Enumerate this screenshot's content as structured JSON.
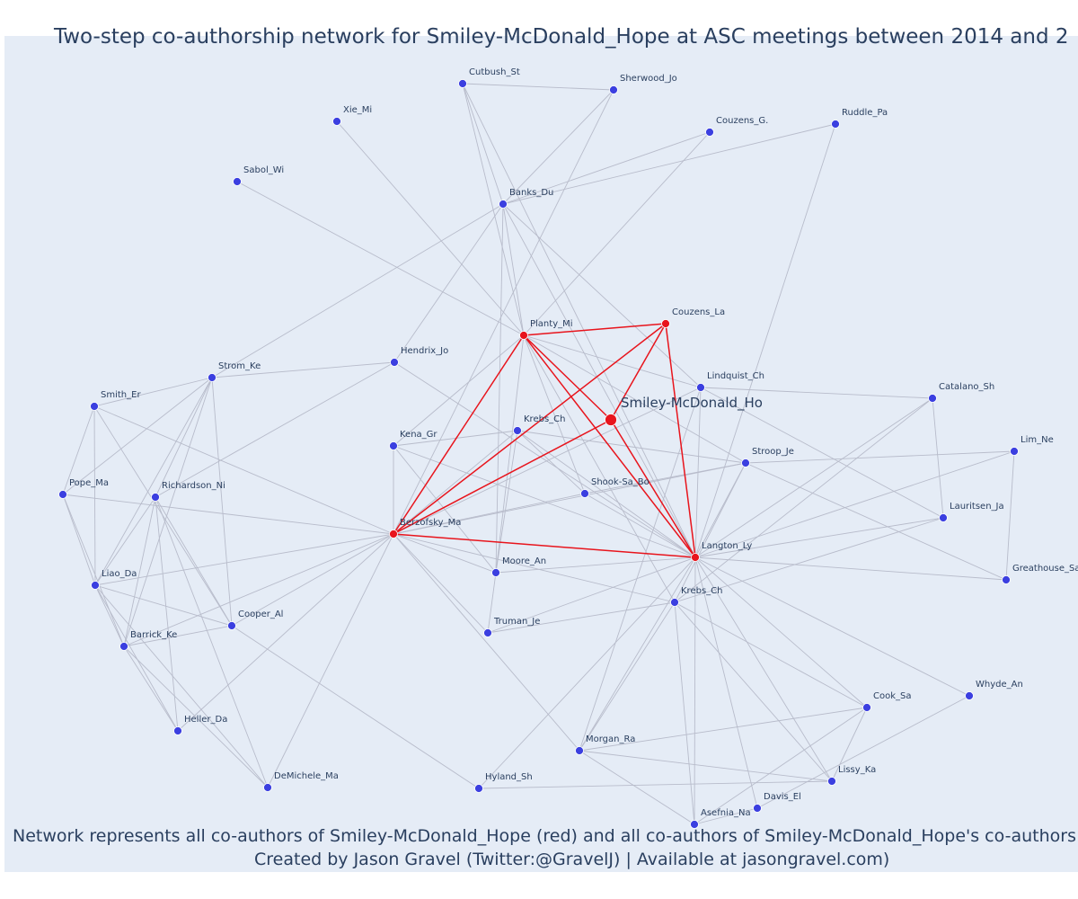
{
  "title": "Two-step co-authorship network for Smiley-McDonald_Hope at ASC meetings between 2014 and 2",
  "caption_line1": "Network represents all co-authors of Smiley-McDonald_Hope (red) and all co-authors of Smiley-McDonald_Hope's co-authors (bl",
  "caption_line2": "Created by Jason Gravel (Twitter:@GravelJ) | Available at jasongravel.com)",
  "colors": {
    "first_degree": "#e8141c",
    "second_degree": "#3b3fe0",
    "edge_red": "#e8141c",
    "edge_grey": "#b8bccb",
    "background": "#e5ecf6"
  },
  "focal": "Smiley-McDonald_Ho",
  "nodes": [
    {
      "id": "Cutbush_St",
      "group": "second"
    },
    {
      "id": "Sherwood_Jo",
      "group": "second"
    },
    {
      "id": "Xie_Mi",
      "group": "second"
    },
    {
      "id": "Couzens_G.",
      "group": "second"
    },
    {
      "id": "Ruddle_Pa",
      "group": "second"
    },
    {
      "id": "Sabol_Wi",
      "group": "second"
    },
    {
      "id": "Banks_Du",
      "group": "second"
    },
    {
      "id": "Couzens_La",
      "group": "first"
    },
    {
      "id": "Planty_Mi",
      "group": "first"
    },
    {
      "id": "Hendrix_Jo",
      "group": "second"
    },
    {
      "id": "Strom_Ke",
      "group": "second"
    },
    {
      "id": "Lindquist_Ch",
      "group": "second"
    },
    {
      "id": "Catalano_Sh",
      "group": "second"
    },
    {
      "id": "Smith_Er",
      "group": "second"
    },
    {
      "id": "Smiley-McDonald_Ho",
      "group": "focal"
    },
    {
      "id": "Krebs_Ch",
      "group": "second",
      "key": "KrebsA"
    },
    {
      "id": "Kena_Gr",
      "group": "second"
    },
    {
      "id": "Lim_Ne",
      "group": "second"
    },
    {
      "id": "Stroop_Je",
      "group": "second"
    },
    {
      "id": "Pope_Ma",
      "group": "second"
    },
    {
      "id": "Richardson_Ni",
      "group": "second"
    },
    {
      "id": "Shook-Sa_Bo",
      "group": "second"
    },
    {
      "id": "Lauritsen_Ja",
      "group": "second"
    },
    {
      "id": "Berzofsky_Ma",
      "group": "first"
    },
    {
      "id": "Langton_Ly",
      "group": "first"
    },
    {
      "id": "Greathouse_Sa",
      "group": "second"
    },
    {
      "id": "Moore_An",
      "group": "second"
    },
    {
      "id": "Liao_Da",
      "group": "second"
    },
    {
      "id": "Krebs_Ch",
      "group": "second",
      "key": "KrebsB"
    },
    {
      "id": "Cooper_Al",
      "group": "second"
    },
    {
      "id": "Truman_Je",
      "group": "second"
    },
    {
      "id": "Barrick_Ke",
      "group": "second"
    },
    {
      "id": "Whyde_An",
      "group": "second"
    },
    {
      "id": "Cook_Sa",
      "group": "second"
    },
    {
      "id": "Heller_Da",
      "group": "second"
    },
    {
      "id": "Morgan_Ra",
      "group": "second"
    },
    {
      "id": "Lissy_Ka",
      "group": "second"
    },
    {
      "id": "DeMichele_Ma",
      "group": "second"
    },
    {
      "id": "Hyland_Sh",
      "group": "second"
    },
    {
      "id": "Davis_El",
      "group": "second"
    },
    {
      "id": "Asefnia_Na",
      "group": "second"
    }
  ]
}
